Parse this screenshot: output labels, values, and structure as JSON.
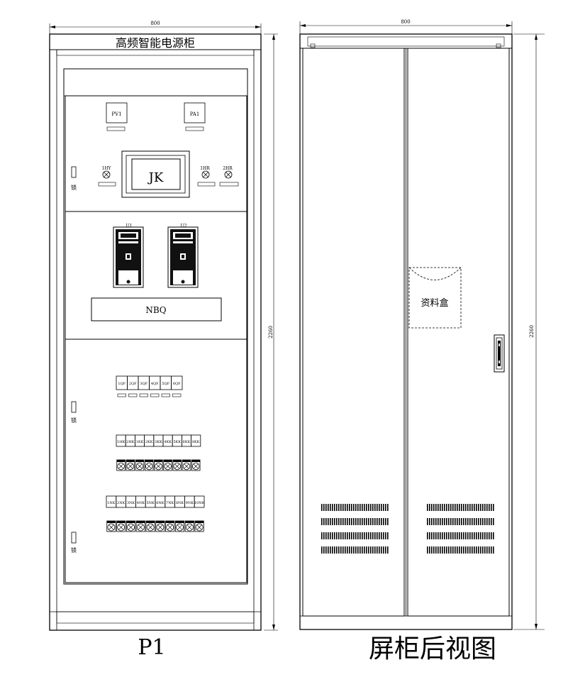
{
  "front": {
    "width_dim": "800",
    "height_dim": "2260",
    "header_title": "高频智能电源柜",
    "meters": [
      "PV1",
      "PA1"
    ],
    "indicators": [
      "1HY",
      "1HR",
      "2HR"
    ],
    "controller": "JK",
    "modules": [
      "U1",
      "U2"
    ],
    "inverter": "NBQ",
    "lock_label": "锁",
    "breakers": [
      "1QF",
      "2QF",
      "3QF",
      "4QF",
      "5QF",
      "6QF"
    ],
    "switches_row1": [
      "1HK",
      "2HK",
      "1KK",
      "2KK",
      "3KK",
      "4KK",
      "5KK",
      "6KK",
      "8KK"
    ],
    "switches_row2": [
      "1NK",
      "2NK",
      "3NK",
      "4NK",
      "5NK",
      "6NK",
      "7NK",
      "8NK",
      "9NK",
      "10NK"
    ],
    "caption": "P1"
  },
  "rear": {
    "width_dim": "800",
    "height_dim": "2260",
    "doc_box": "资料盒",
    "caption": "屏柜后视图"
  }
}
